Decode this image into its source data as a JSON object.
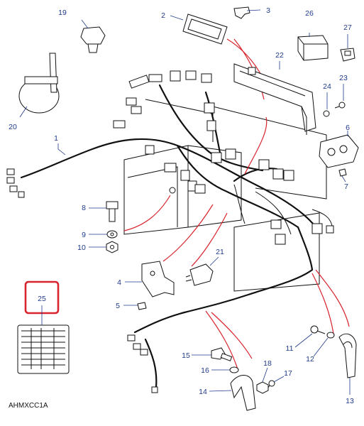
{
  "diagram": {
    "ref_code": "AHMXCC1A",
    "highlighted_part": "25",
    "colors": {
      "label": "#1f3a8a",
      "highlight": "#d9232d",
      "ink": "#111111"
    },
    "parts": {
      "p1": "1",
      "p2": "2",
      "p3": "3",
      "p4": "4",
      "p5": "5",
      "p6": "6",
      "p7": "7",
      "p8": "8",
      "p9": "9",
      "p10": "10",
      "p11": "11",
      "p12": "12",
      "p13": "13",
      "p14": "14",
      "p15": "15",
      "p16": "16",
      "p17": "17",
      "p18": "18",
      "p19": "19",
      "p20": "20",
      "p21": "21",
      "p22": "22",
      "p23": "23",
      "p24": "24",
      "p25": "25",
      "p26": "26",
      "p27": "27"
    }
  }
}
